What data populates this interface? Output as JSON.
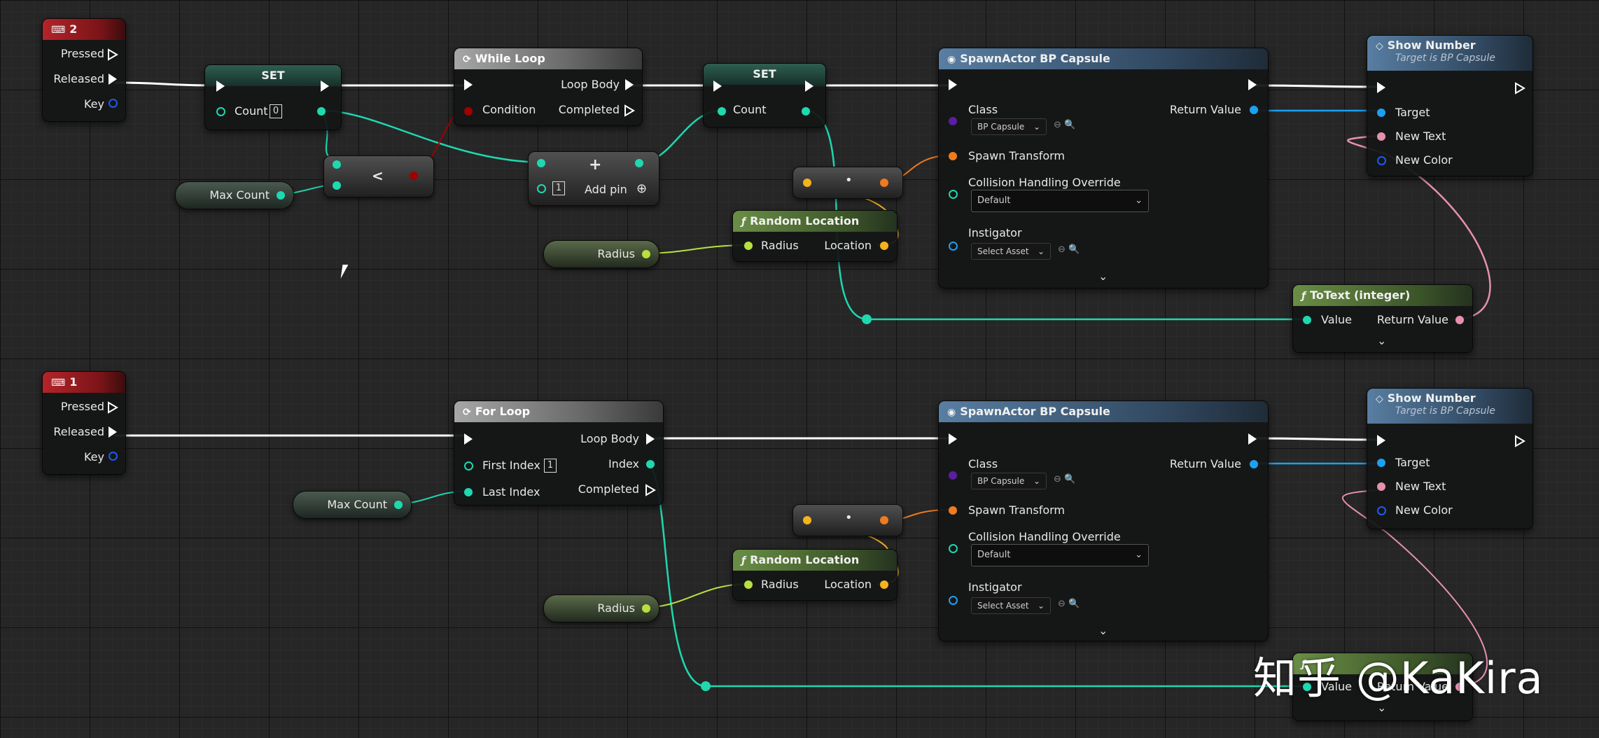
{
  "top": {
    "event": {
      "title": "2",
      "pressed": "Pressed",
      "released": "Released",
      "key": "Key"
    },
    "set1": {
      "title": "SET",
      "count": "Count",
      "count_value": "0"
    },
    "less": {
      "op": "<"
    },
    "max_count": "Max Count",
    "while_loop": {
      "title": "While Loop",
      "loop_body": "Loop Body",
      "condition": "Condition",
      "completed": "Completed"
    },
    "add": {
      "value": "1",
      "add_pin": "Add pin"
    },
    "set2": {
      "title": "SET",
      "count": "Count"
    },
    "random_location": {
      "title": "Random Location",
      "radius": "Radius",
      "location": "Location"
    },
    "radius": "Radius",
    "spawn": {
      "title": "SpawnActor BP Capsule",
      "class": "Class",
      "class_value": "BP Capsule",
      "return_value": "Return Value",
      "spawn_transform": "Spawn Transform",
      "collision": "Collision Handling Override",
      "collision_value": "Default",
      "instigator": "Instigator",
      "instigator_value": "Select Asset"
    },
    "show": {
      "title": "Show Number",
      "subtitle": "Target is BP Capsule",
      "target": "Target",
      "new_text": "New Text",
      "new_color": "New Color"
    },
    "totext": {
      "title": "ToText (integer)",
      "value": "Value",
      "return_value": "Return Value"
    }
  },
  "bottom": {
    "event": {
      "title": "1",
      "pressed": "Pressed",
      "released": "Released",
      "key": "Key"
    },
    "for_loop": {
      "title": "For Loop",
      "loop_body": "Loop Body",
      "first_index": "First Index",
      "first_value": "1",
      "index": "Index",
      "last_index": "Last Index",
      "completed": "Completed"
    },
    "max_count": "Max Count",
    "random_location": {
      "title": "Random Location",
      "radius": "Radius",
      "location": "Location"
    },
    "radius": "Radius",
    "spawn": {
      "title": "SpawnActor BP Capsule",
      "class": "Class",
      "class_value": "BP Capsule",
      "return_value": "Return Value",
      "spawn_transform": "Spawn Transform",
      "collision": "Collision Handling Override",
      "collision_value": "Default",
      "instigator": "Instigator",
      "instigator_value": "Select Asset"
    },
    "show": {
      "title": "Show Number",
      "subtitle": "Target is BP Capsule",
      "target": "Target",
      "new_text": "New Text",
      "new_color": "New Color"
    },
    "totext": {
      "value": "Value",
      "return_value": "Return Value"
    }
  },
  "watermark": "知乎 @KaKira",
  "colors": {
    "exec": "#ffffff",
    "int": "#1ed8b0",
    "bool": "#a00000",
    "vector": "#f5b21e",
    "transform": "#f07a1e",
    "object": "#1ea0f0",
    "text": "#e690b0",
    "color": "#1e5af0",
    "class": "#5a1ea0"
  }
}
